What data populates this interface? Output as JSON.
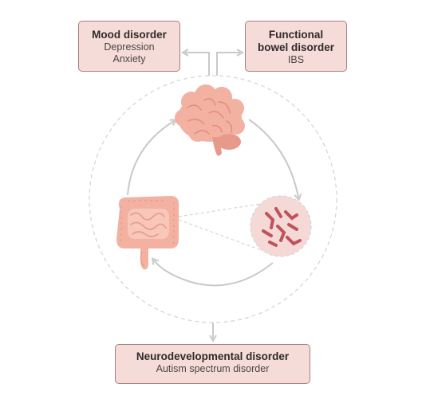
{
  "boxes": {
    "mood": {
      "title": "Mood disorder",
      "lines": [
        "Depression",
        "Anxiety"
      ]
    },
    "bowel": {
      "title_lines": [
        "Functional",
        "bowel disorder"
      ],
      "lines": [
        "IBS"
      ]
    },
    "neuro": {
      "title": "Neurodevelopmental disorder",
      "lines": [
        "Autism spectrum disorder"
      ]
    }
  },
  "icons": [
    "brain-icon",
    "intestine-icon",
    "gut-bacteria-icon"
  ],
  "colors": {
    "box_fill": "#f6dcd8",
    "box_border": "#a97f7b",
    "arrow": "#c9c9c9",
    "dashed_circle": "#d6d6d6",
    "organ": "#f3b1a2",
    "organ_shade": "#e79a8a",
    "bacteria": "#c0525a",
    "bacteria_bg": "#f4d9d6"
  }
}
